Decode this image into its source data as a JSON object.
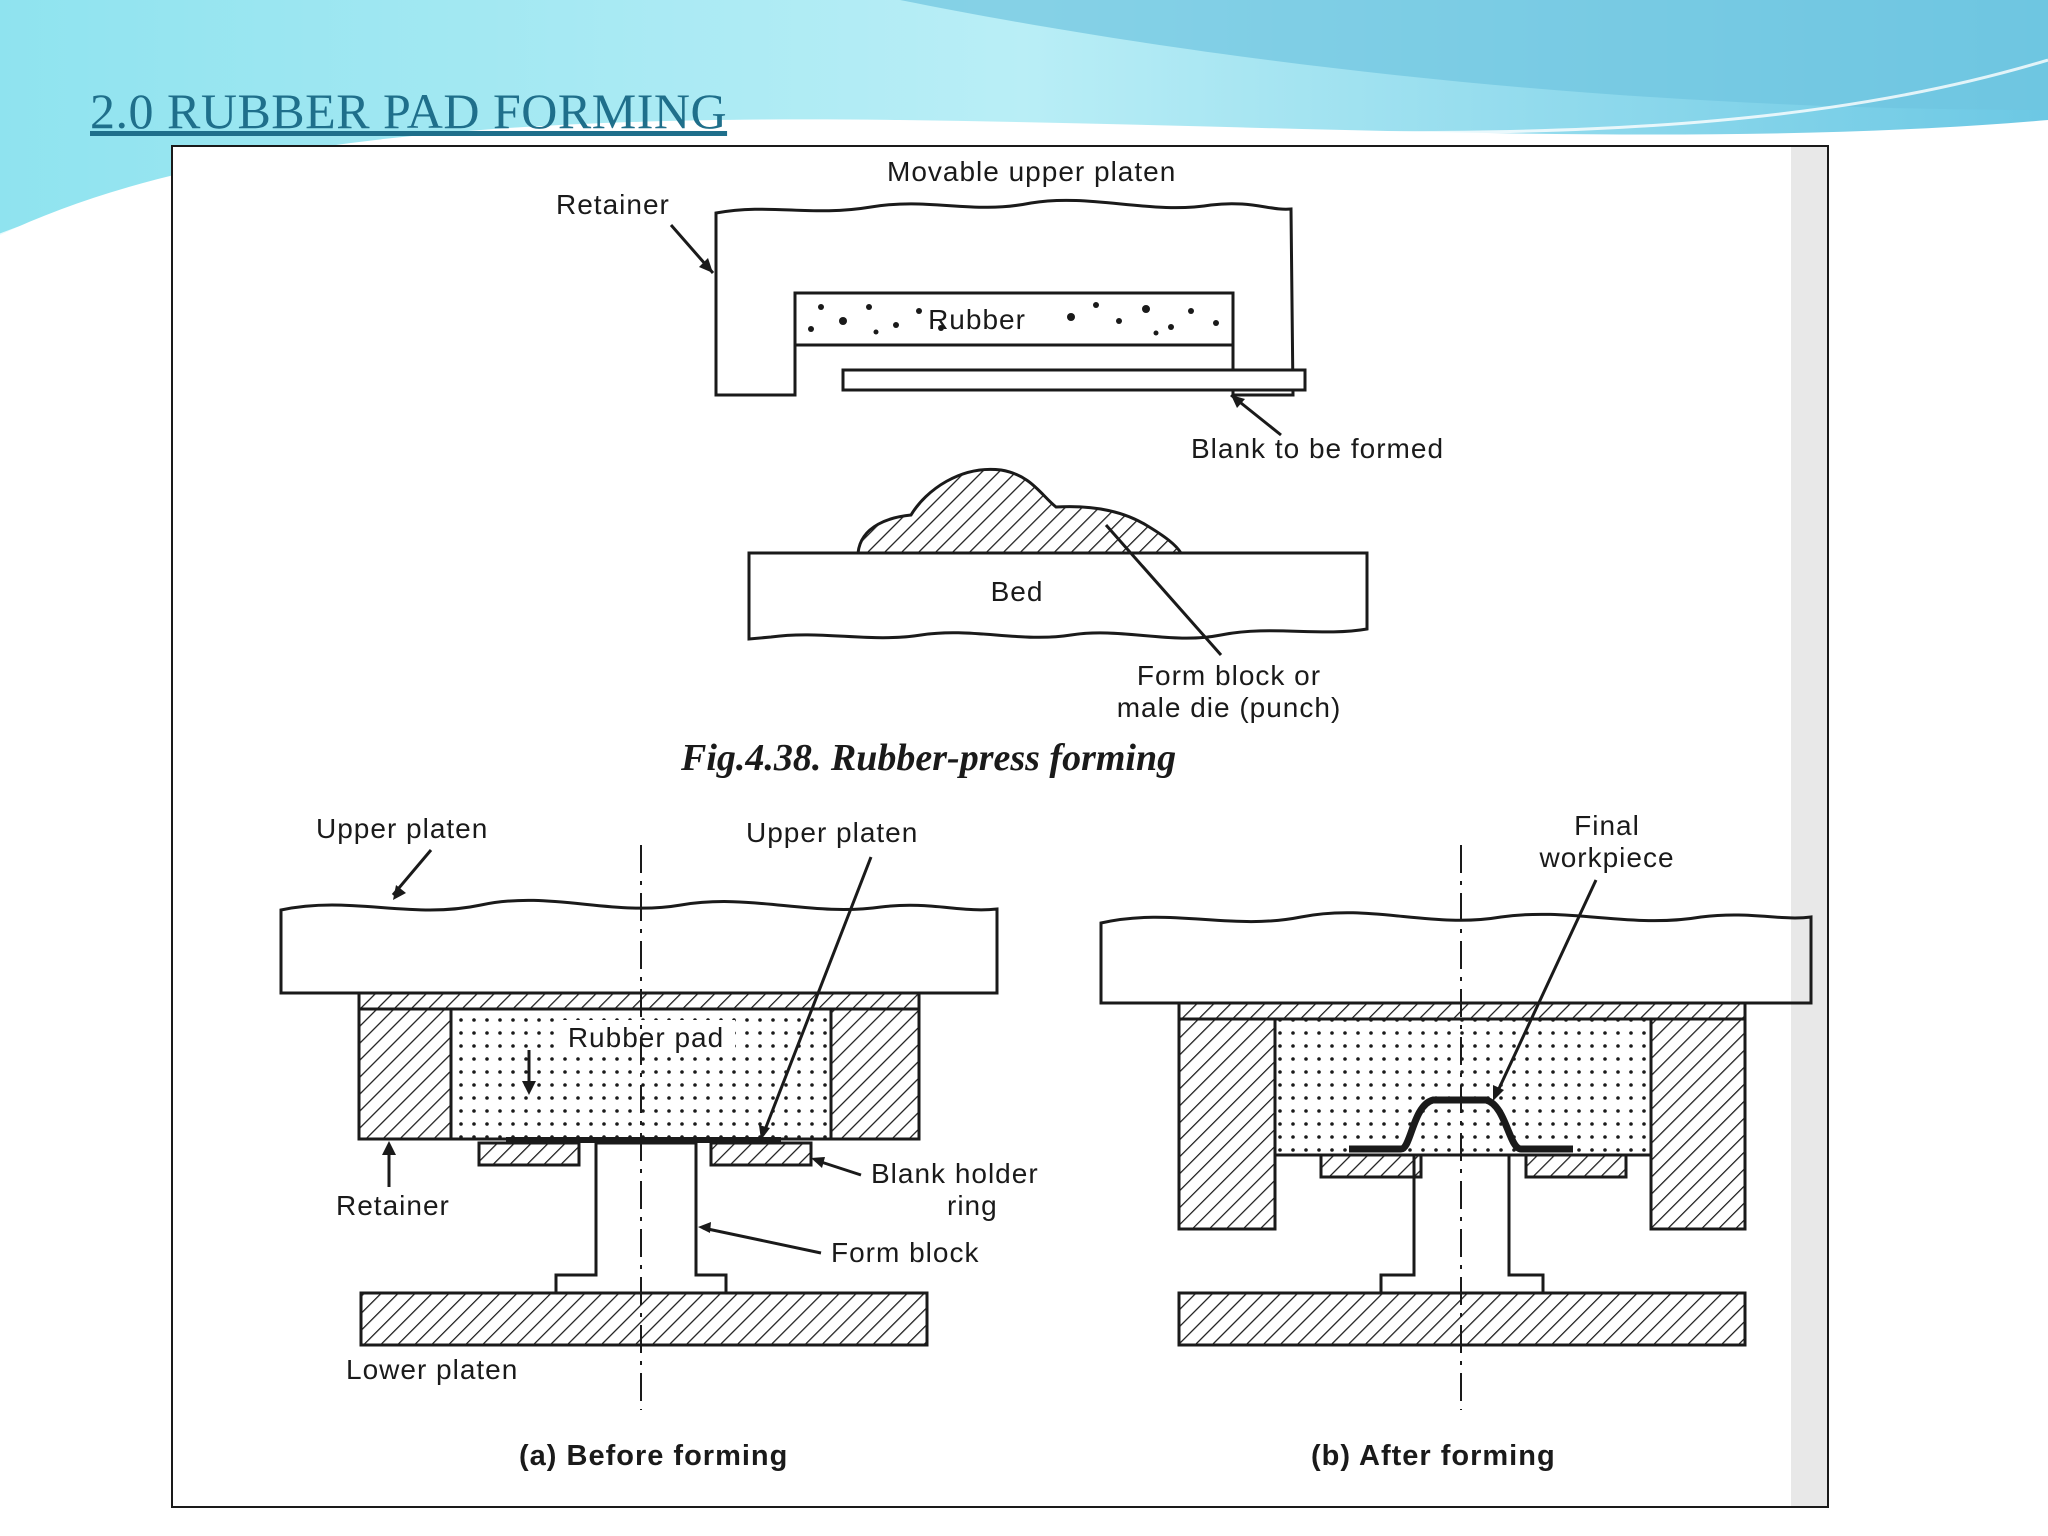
{
  "slide": {
    "title": "2.0 RUBBER PAD FORMING"
  },
  "top_figure": {
    "labels": {
      "upper_platen": "Movable upper platen",
      "retainer": "Retainer",
      "rubber": "Rubber",
      "blank": "Blank to be formed",
      "bed": "Bed",
      "form_block_1": "Form block or",
      "form_block_2": "male die (punch)"
    },
    "caption": "Fig.4.38.   Rubber-press forming"
  },
  "before_figure": {
    "labels": {
      "upper_platen_left": "Upper platen",
      "upper_platen_right": "Upper platen",
      "rubber_pad": "Rubber pad",
      "retainer": "Retainer",
      "blank_holder_1": "Blank holder",
      "blank_holder_2": "ring",
      "form_block": "Form block",
      "lower_platen": "Lower platen"
    },
    "caption": "(a) Before forming"
  },
  "after_figure": {
    "labels": {
      "final_1": "Final",
      "final_2": "workpiece"
    },
    "caption": "(b) After forming"
  },
  "colors": {
    "title": "#1f6f8b",
    "wave_light": "#bfeef5",
    "wave_dark": "#5ec3dc",
    "ink": "#1a1a1a"
  }
}
